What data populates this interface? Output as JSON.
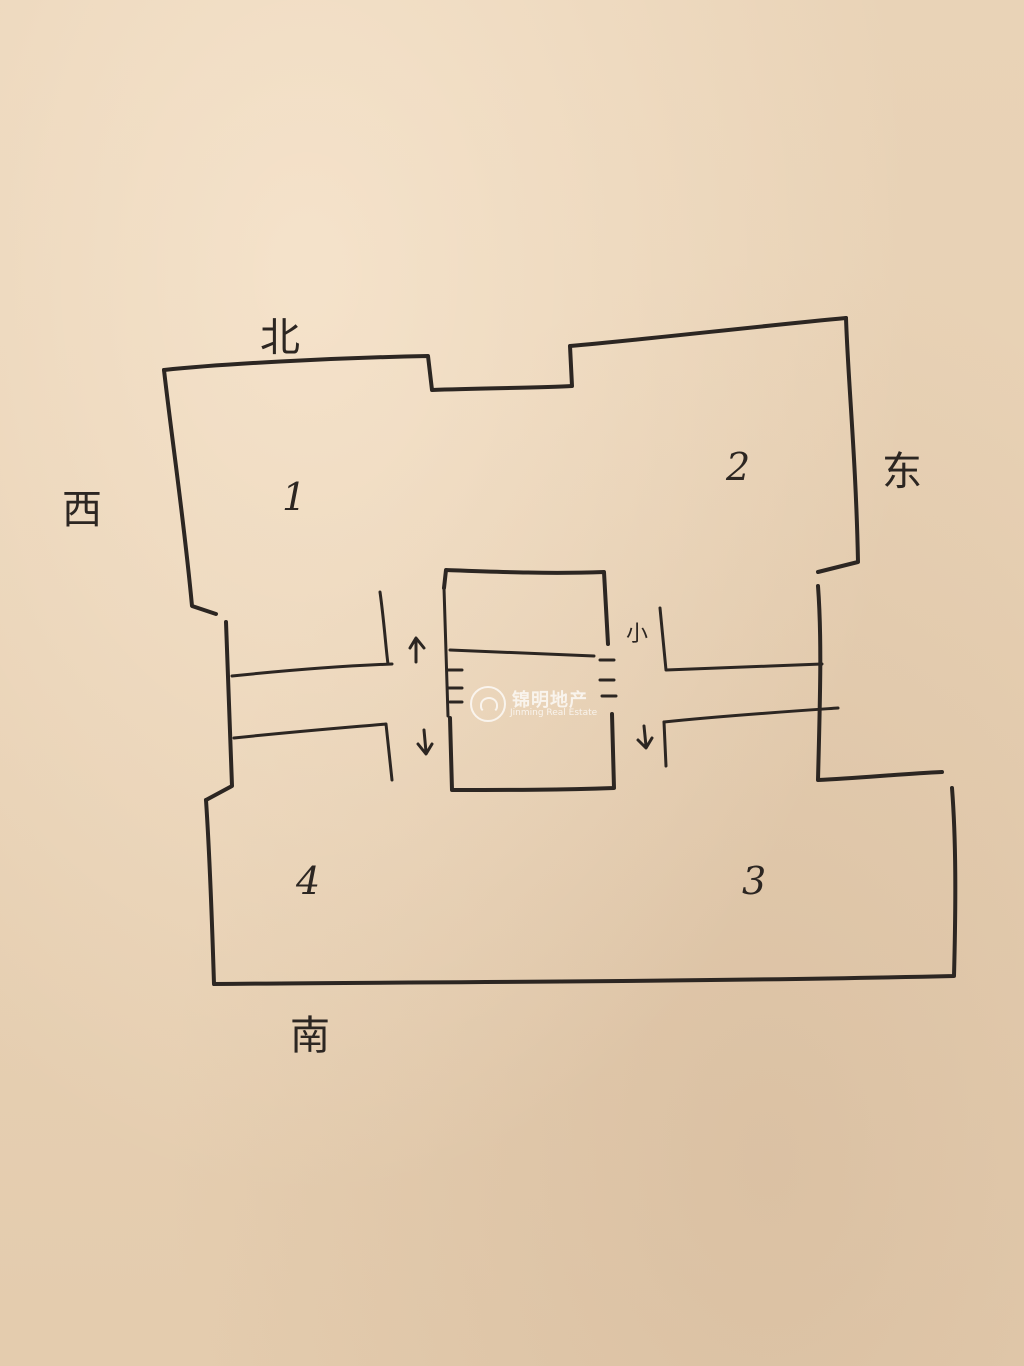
{
  "compass": {
    "north": "北",
    "west": "西",
    "east": "东",
    "south": "南"
  },
  "rooms": [
    {
      "label": "1"
    },
    {
      "label": "2"
    },
    {
      "label": "3"
    },
    {
      "label": "4"
    }
  ],
  "marks": {
    "small": "小"
  },
  "watermark": {
    "cn": "锦明地产",
    "en": "Jinming Real Estate"
  },
  "colors": {
    "paper": "#e9d3b7",
    "ink": "#2c2622"
  }
}
